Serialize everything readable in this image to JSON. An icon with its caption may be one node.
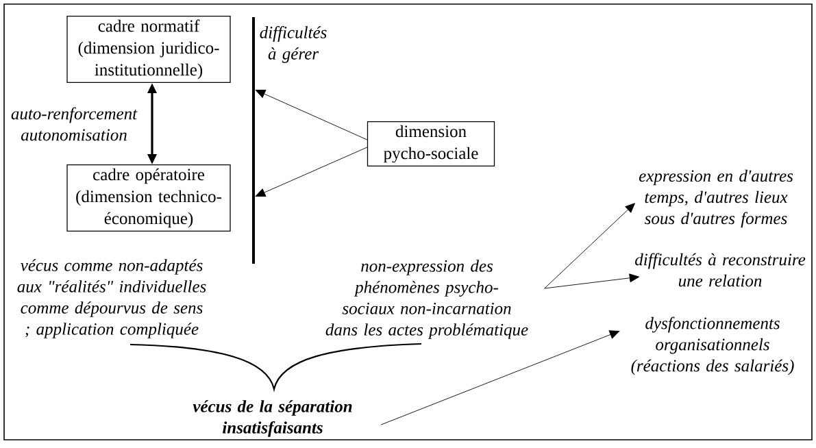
{
  "diagram": {
    "nodes": [
      {
        "text": [
          "cadre normatif",
          "(dimension juridico-institutionnelle)"
        ]
      },
      {
        "text": [
          "cadre opératoire",
          "(dimension technico-économique)"
        ]
      },
      {
        "text": [],
        "shape": "bar",
        "beside": [
          "difficultés à gérer"
        ]
      },
      {
        "text": [
          "dimension pycho-sociale"
        ]
      },
      {
        "text": [
          "non-expression des phénomènes psycho-sociaux non-incarnation dans les actes problématique"
        ]
      },
      {
        "text": [
          "vécus de la séparation insatisfaisants"
        ]
      },
      {
        "text": [
          "expression en d'autres temps, d'autres lieux sous d'autres formes"
        ]
      },
      {
        "text": [
          "difficultés à reconstruire une relation"
        ]
      },
      {
        "text": [
          "dysfonctionnements organisationnels (réactions des salariés)"
        ]
      }
    ],
    "edges": [
      {
        "from": 0,
        "to": 1,
        "arrow": "both",
        "style": "thick",
        "label": "auto-renforcement autonomisation"
      },
      {
        "from": 3,
        "to": 2,
        "arrow": "to"
      },
      {
        "from": 3,
        "to": 2,
        "arrow": "to"
      },
      {
        "from": 4,
        "to": 6,
        "arrow": "to"
      },
      {
        "from": 4,
        "to": 7,
        "arrow": "to"
      },
      {
        "from": 5,
        "to": 8,
        "arrow": "to"
      }
    ],
    "labels": [
      "vécus comme non-adaptés aux \"réalités\" individuelles comme dépourvus de sens ; application compliquée"
    ]
  }
}
